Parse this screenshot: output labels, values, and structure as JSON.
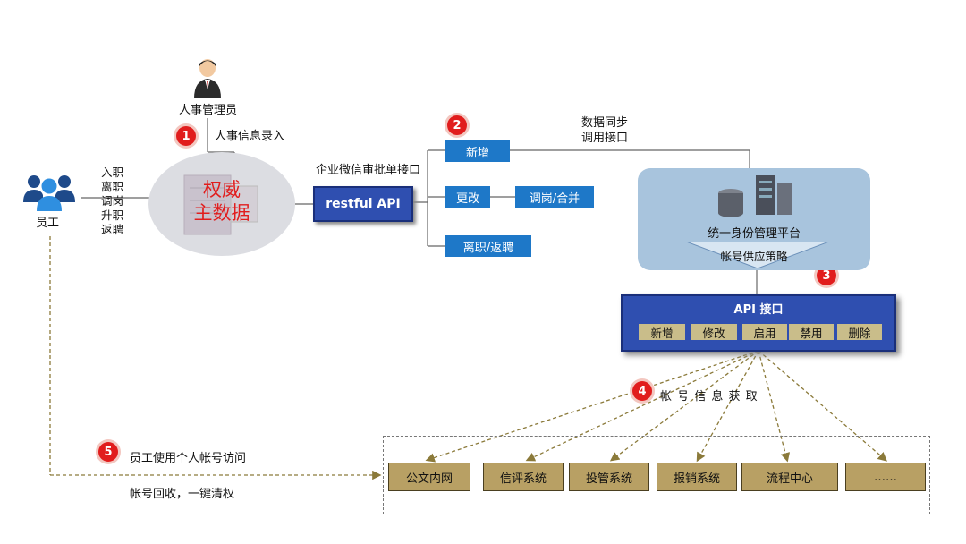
{
  "hr_admin": {
    "label": "人事管理员",
    "action": "人事信息录入"
  },
  "employee": {
    "label": "员工",
    "events": "入职\n离职\n调岗\n升职\n返聘"
  },
  "master_data": {
    "line1": "权威",
    "line2": "主数据"
  },
  "approval": {
    "label": "企业微信审批单接口",
    "api": "restful API"
  },
  "ops": {
    "add": "新增",
    "change": "更改",
    "transfer": "调岗/合并",
    "leave": "离职/返聘"
  },
  "sync": {
    "line1": "数据同步",
    "line2": "调用接口"
  },
  "idm": {
    "platform": "统一身份管理平台",
    "policy": "帐号供应策略"
  },
  "api_iface": {
    "title": "API 接口",
    "buttons": [
      "新增",
      "修改",
      "启用",
      "禁用",
      "删除"
    ]
  },
  "fetch": {
    "label": "帐 号 信 息 获  取"
  },
  "access": {
    "line1": "员工使用个人帐号访问",
    "line2": "帐号回收，一键清权"
  },
  "systems": [
    "公文内网",
    "信评系统",
    "投管系统",
    "报销系统",
    "流程中心",
    "……"
  ],
  "steps": [
    "1",
    "2",
    "3",
    "4",
    "5"
  ],
  "colors": {
    "accent_red": "#e11d1d",
    "op_blue": "#1e78c8",
    "api_blue": "#2f4fb0",
    "platform_bg": "#a8c4dd",
    "system_gold": "#b8a064",
    "line_olive": "#8b7a3a"
  }
}
